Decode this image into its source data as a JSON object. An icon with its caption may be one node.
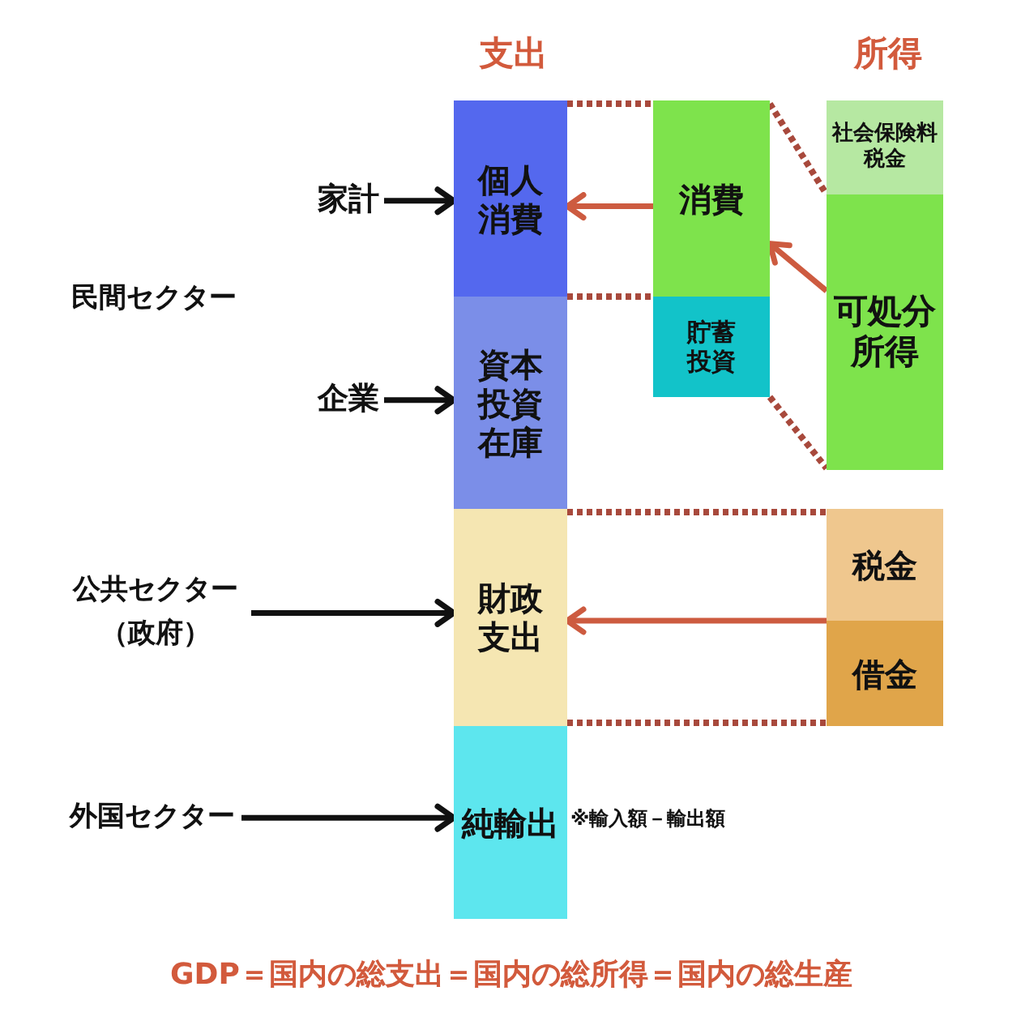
{
  "diagram": {
    "caption": "GDP＝国内の総支出＝国内の総所得＝国内の総生産",
    "nodes": [
      {
        "text": [
          "家計"
        ]
      },
      {
        "text": [
          "個人消費"
        ]
      },
      {
        "text": [
          "消費"
        ]
      },
      {
        "text": [
          "社会保険料税金"
        ]
      },
      {
        "text": [
          "可処分所得"
        ]
      },
      {
        "text": [
          "企業"
        ]
      },
      {
        "text": [
          "資本投資在庫"
        ]
      },
      {
        "text": [
          "貯蓄投資"
        ]
      },
      {
        "text": [
          "公共セクター（政府）"
        ]
      },
      {
        "text": [
          "財政支出"
        ]
      },
      {
        "text": [
          "税金"
        ]
      },
      {
        "text": [
          "借金"
        ]
      },
      {
        "text": [
          "外国セクター"
        ]
      },
      {
        "text": [
          "純輸出"
        ],
        "beside": [
          "※輸入額－輸出額"
        ]
      }
    ],
    "edges": [
      {
        "from": 0,
        "to": 1,
        "arrow": "to",
        "color": "#111111"
      },
      {
        "from": 2,
        "to": 1,
        "arrow": "to",
        "color": "#cd5b40"
      },
      {
        "from": 4,
        "to": 2,
        "arrow": "to",
        "color": "#cd5b40"
      },
      {
        "from": 5,
        "to": 6,
        "arrow": "to",
        "color": "#111111"
      },
      {
        "from": 8,
        "to": 9,
        "arrow": "to",
        "color": "#111111"
      },
      {
        "from": 10,
        "to": 9,
        "arrow": "to",
        "color": "#cd5b40"
      },
      {
        "from": 11,
        "to": 9,
        "arrow": "to",
        "color": "#cd5b40"
      },
      {
        "from": 12,
        "to": 13,
        "arrow": "to",
        "color": "#111111"
      },
      {
        "from": 1,
        "to": 2,
        "arrow": "none",
        "style": "dashed",
        "color": "#a8493c"
      },
      {
        "from": 6,
        "to": 7,
        "arrow": "none",
        "style": "dashed",
        "color": "#a8493c"
      },
      {
        "from": 2,
        "to": 4,
        "arrow": "none",
        "style": "dashed",
        "color": "#a8493c"
      },
      {
        "from": 7,
        "to": 4,
        "arrow": "none",
        "style": "dashed",
        "color": "#a8493c"
      },
      {
        "from": 9,
        "to": 10,
        "arrow": "none",
        "style": "dashed",
        "color": "#a8493c"
      },
      {
        "from": 9,
        "to": 11,
        "arrow": "none",
        "style": "dashed",
        "color": "#a8493c"
      }
    ],
    "labels": [
      "支出",
      "所得",
      "民間セクター"
    ]
  }
}
